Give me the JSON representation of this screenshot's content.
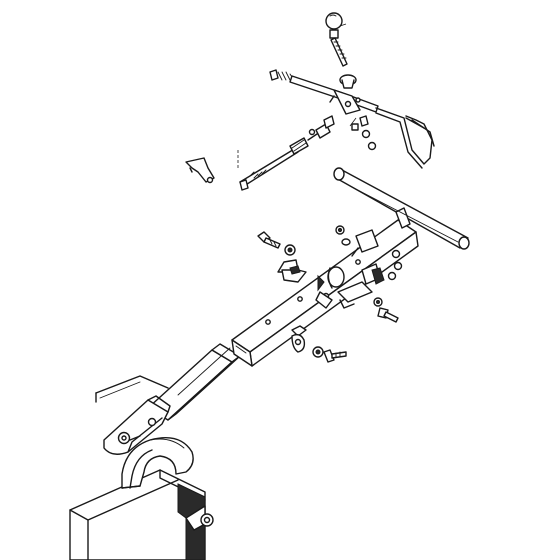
{
  "diagram": {
    "parts": [
      {
        "id": "knob",
        "icon": "ball-knob-icon"
      },
      {
        "id": "shift-rod",
        "icon": "threaded-rod-icon"
      },
      {
        "id": "control-lever",
        "icon": "lever-icon"
      },
      {
        "id": "lever-handle",
        "icon": "loop-handle-icon"
      },
      {
        "id": "cable",
        "icon": "cable-icon"
      },
      {
        "id": "cable-bracket",
        "icon": "bracket-icon"
      },
      {
        "id": "t-handle",
        "icon": "t-handle-icon"
      },
      {
        "id": "upper-tube",
        "icon": "square-tube-icon"
      },
      {
        "id": "lower-tube",
        "icon": "square-tube-icon"
      },
      {
        "id": "hitch-tongue",
        "icon": "hitch-tongue-icon"
      },
      {
        "id": "hitch-hook",
        "icon": "hook-bracket-icon"
      },
      {
        "id": "mounting-bracket",
        "icon": "bracket-icon"
      },
      {
        "id": "bolts",
        "icon": "bolt-icon"
      },
      {
        "id": "nuts",
        "icon": "nut-icon"
      },
      {
        "id": "clamp",
        "icon": "clamp-icon"
      },
      {
        "id": "deck",
        "icon": "deck-housing-icon"
      }
    ]
  }
}
